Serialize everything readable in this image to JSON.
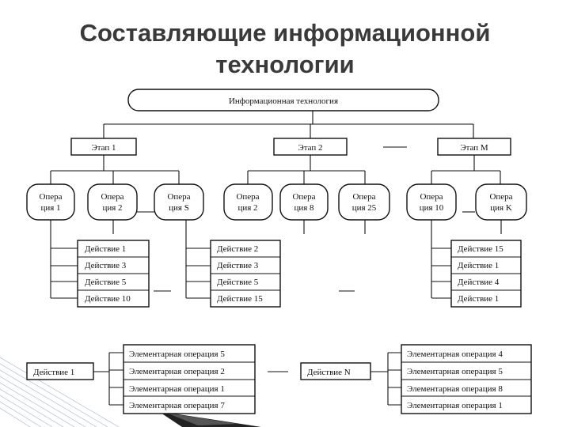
{
  "title": {
    "line1": "Составляющие информационной",
    "line2": "технологии"
  },
  "diagram": {
    "root": "Информационная технология",
    "stages": [
      "Этап 1",
      "Этап 2",
      "Этап M"
    ],
    "ops": {
      "s1": [
        [
          "Опера",
          "ция 1"
        ],
        [
          "Опера",
          "ция 2"
        ],
        [
          "Опера",
          "ция S"
        ]
      ],
      "s2": [
        [
          "Опера",
          "ция 2"
        ],
        [
          "Опера",
          "ция 8"
        ],
        [
          "Опера",
          "ция 25"
        ]
      ],
      "sM": [
        [
          "Опера",
          "ция 10"
        ],
        [
          "Опера",
          "ция K"
        ]
      ]
    },
    "actions": {
      "left": [
        "Действие 1",
        "Действие 3",
        "Действие 5",
        "Действие 10"
      ],
      "mid": [
        "Действие 2",
        "Действие 3",
        "Действие 5",
        "Действие 15"
      ],
      "right": [
        "Действие 15",
        "Действие 1",
        "Действие 4",
        "Действие 1"
      ]
    },
    "bottom_left": {
      "action": "Действие 1",
      "ops": [
        "Элементарная операция 5",
        "Элементарная операция 2",
        "Элементарная операция 1",
        "Элементарная операция 7"
      ]
    },
    "bottom_right": {
      "action": "Действие N",
      "ops": [
        "Элементарная операция 4",
        "Элементарная операция 5",
        "Элементарная операция 8",
        "Элементарная операция 1"
      ]
    }
  }
}
